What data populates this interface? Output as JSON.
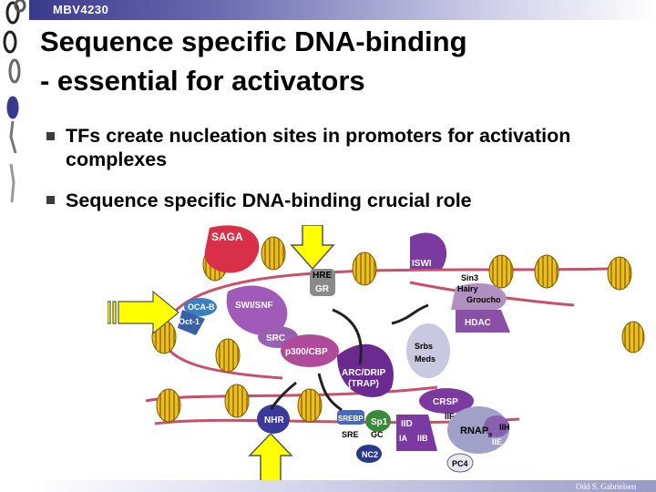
{
  "header": {
    "course_code": "MBV4230"
  },
  "slide": {
    "title_line1": "Sequence specific DNA-binding",
    "title_line2": "- essential for activators",
    "bullets": [
      "TFs create nucleation sites in promoters for activation complexes",
      "Sequence specific DNA-binding crucial role"
    ]
  },
  "figure": {
    "labels": {
      "saga": "SAGA",
      "iswi": "ISWI",
      "hre": "HRE",
      "gr": "GR",
      "swi_snf": "SWI/SNF",
      "oca_b": "OCA-B",
      "oct1": "Oct-1",
      "sin3": "Sin3",
      "hairy": "Hairy",
      "groucho": "Groucho",
      "hdac": "HDAC",
      "src": "SRC",
      "p300": "p300/CBP",
      "srbs": "Srbs",
      "meds": "Meds",
      "arc1": "ARC/DRIP",
      "arc2": "(TRAP)",
      "crsp": "CRSP",
      "nhr": "NHR",
      "srebp": "SREBP",
      "sp1": "Sp1",
      "sre": "SRE",
      "gc": "GC",
      "iid": "IID",
      "iif": "IIF",
      "ia": "IA",
      "iib": "IIB",
      "rnap": "RNAP",
      "rnap_sub": "II",
      "iih": "IIH",
      "iie": "IIE",
      "nc2": "NC2",
      "pc4": "PC4"
    }
  },
  "footer": {
    "author": "Odd S. Gabrielsen"
  },
  "colors": {
    "arrow_fill": "#ffff00",
    "nucleosome": "#e8c020",
    "dna": "#c8506a",
    "bar_dark": "#3a3a8c"
  }
}
